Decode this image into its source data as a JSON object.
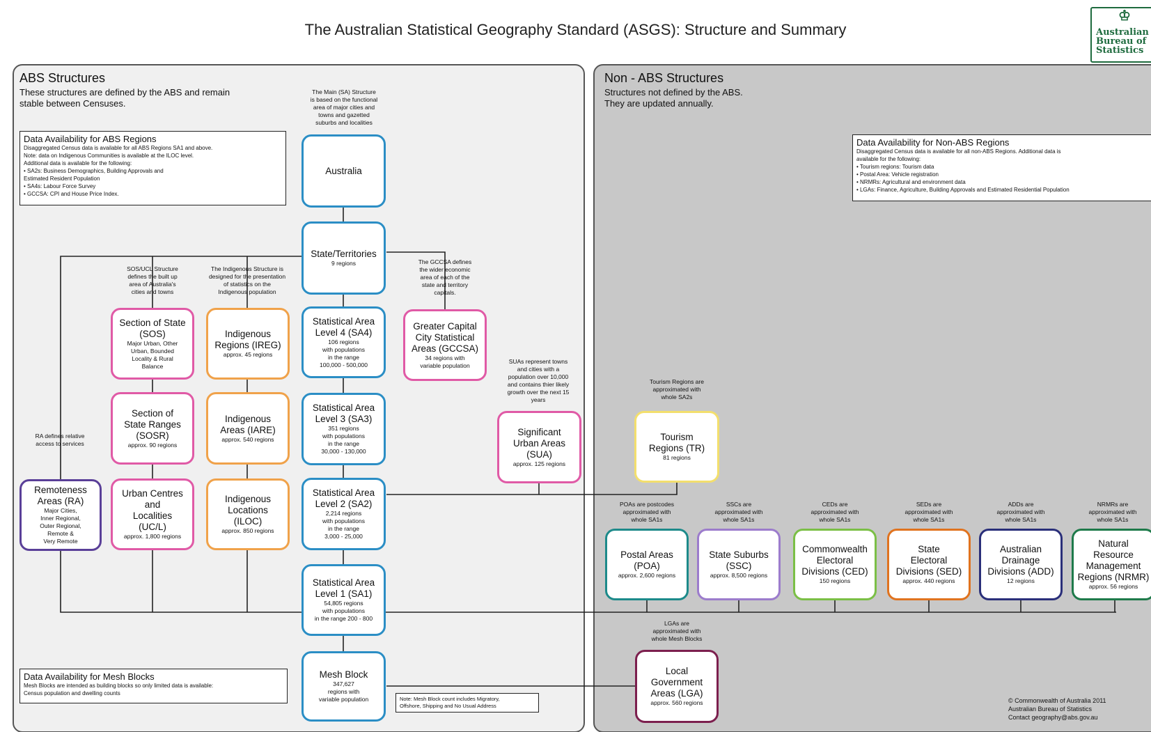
{
  "title": "The Australian Statistical Geography Standard (ASGS): Structure and Summary",
  "logo": {
    "lines": [
      "Australian",
      "Bureau of",
      "Statistics"
    ]
  },
  "abs_panel": {
    "title": "ABS Structures",
    "subtitle": [
      "These structures are defined by the ABS and remain",
      "stable between Censuses."
    ],
    "data_box": {
      "title": "Data Availability for ABS Regions",
      "lines": [
        "Disaggregated Census data is available for all ABS Regions SA1 and above.",
        "Note: data on Indigenous Communities is available at the ILOC level.",
        "Additional data is available for the following:",
        "• SA2s: Business Demographics, Building Approvals and",
        "Estimated Resident Population",
        "• SA4s: Labour Force Survey",
        "• GCCSA: CPI and House Price Index."
      ]
    },
    "mesh_box": {
      "title": "Data Availability for Mesh Blocks",
      "lines": [
        "Mesh Blocks are intended as building blocks so only limited data is available:",
        "Census population and dwelling counts"
      ]
    }
  },
  "nonabs_panel": {
    "title": "Non - ABS Structures",
    "subtitle": [
      "Structures not defined by the ABS.",
      "They are updated annually."
    ],
    "data_box": {
      "title": "Data Availability for Non-ABS Regions",
      "lines": [
        "Disaggregated Census data is available for all non-ABS Regions. Additional data is",
        "available for the following:",
        "• Tourism regions: Tourism data",
        "• Postal Area: Vehicle registration",
        "• NRMRs: Agricultural and environment data",
        "• LGAs: Finance, Agriculture, Building Approvals and Estimated Residential Population"
      ]
    }
  },
  "notes": {
    "main_sa": [
      "The Main (SA) Structure",
      "is based on the functional",
      "area of major cities and",
      "towns and gazetted",
      "suburbs and localities"
    ],
    "sos_ucl": [
      "SOS/UCL Structure",
      "defines the built up",
      "area of Australia's",
      "cities and towns"
    ],
    "indigenous": [
      "The Indigenous Structure is",
      "designed for the presentation",
      "of statistics on the",
      "Indigenous population"
    ],
    "gccsa": [
      "The GCCSA defines",
      "the wider economic",
      "area of each of the",
      "state and territory",
      "capitals."
    ],
    "sua": [
      "SUAs represent towns",
      "and cities with a",
      "population over 10,000",
      "and contains thier likely",
      "growth over the next 15",
      "years"
    ],
    "ra": [
      "RA defines relative",
      "access to services"
    ],
    "tourism": [
      "Tourism Regions are",
      "approximated with",
      "whole SA2s"
    ],
    "poa": [
      "POAs are postcodes",
      "approximated with",
      "whole SA1s"
    ],
    "ssc": [
      "SSCs are",
      "approximated with",
      "whole SA1s"
    ],
    "ced": [
      "CEDs are",
      "approximated with",
      "whole SA1s"
    ],
    "sed": [
      "SEDs are",
      "approximated with",
      "whole SA1s"
    ],
    "add": [
      "ADDs are",
      "approximated with",
      "whole SA1s"
    ],
    "nrmr": [
      "NRMRs are",
      "approximated with",
      "whole SA1s"
    ],
    "lga": [
      "LGAs are",
      "approximated with",
      "whole Mesh Blocks"
    ],
    "mesh_note": [
      "Note: Mesh Block count includes Migratory,",
      "Offshore, Shipping and No Usual Address"
    ]
  },
  "nodes": {
    "australia": {
      "name": [
        "Australia"
      ],
      "desc": []
    },
    "state": {
      "name": [
        "State/Territories"
      ],
      "desc": [
        "9 regions"
      ]
    },
    "sa4": {
      "name": [
        "Statistical  Area",
        "Level 4 (SA4)"
      ],
      "desc": [
        "106 regions",
        "with populations",
        "in the range",
        "100,000 - 500,000"
      ]
    },
    "sa3": {
      "name": [
        "Statistical Area",
        "Level 3 (SA3)"
      ],
      "desc": [
        "351 regions",
        "with populations",
        "in the range",
        "30,000 - 130,000"
      ]
    },
    "sa2": {
      "name": [
        "Statistical Area",
        "Level 2 (SA2)"
      ],
      "desc": [
        "2,214 regions",
        "with populations",
        "in the range",
        "3,000 - 25,000"
      ]
    },
    "sa1": {
      "name": [
        "Statistical Area",
        "Level 1 (SA1)"
      ],
      "desc": [
        "54,805 regions",
        "with populations",
        "in the range 200 - 800"
      ]
    },
    "mesh": {
      "name": [
        "Mesh Block"
      ],
      "desc": [
        "347,627",
        "regions with",
        "variable population"
      ]
    },
    "gccsa": {
      "name": [
        "Greater Capital",
        "City Statistical",
        "Areas (GCCSA)"
      ],
      "desc": [
        "34 regions with",
        "variable population"
      ]
    },
    "sos": {
      "name": [
        "Section of State",
        "(SOS)"
      ],
      "desc": [
        "Major Urban, Other",
        "Urban, Bounded",
        "Locality & Rural",
        "Balance"
      ]
    },
    "sosr": {
      "name": [
        "Section of",
        "State Ranges",
        "(SOSR)"
      ],
      "desc": [
        "approx. 90 regions"
      ]
    },
    "ucl": {
      "name": [
        "Urban Centres",
        "and",
        "Localities",
        "(UC/L)"
      ],
      "desc": [
        "approx. 1,800 regions"
      ]
    },
    "ireg": {
      "name": [
        "Indigenous",
        "Regions (IREG)"
      ],
      "desc": [
        "approx. 45 regions"
      ]
    },
    "iare": {
      "name": [
        "Indigenous",
        "Areas (IARE)"
      ],
      "desc": [
        "approx. 540 regions"
      ]
    },
    "iloc": {
      "name": [
        "Indigenous",
        "Locations",
        "(ILOC)"
      ],
      "desc": [
        "approx. 850 regions"
      ]
    },
    "ra": {
      "name": [
        "Remoteness",
        "Areas (RA)"
      ],
      "desc": [
        "Major Cities,",
        "Inner Regional,",
        "Outer Regional,",
        "Remote &",
        "Very Remote"
      ]
    },
    "sua": {
      "name": [
        "Significant",
        "Urban Areas",
        "(SUA)"
      ],
      "desc": [
        "approx. 125 regions"
      ]
    },
    "tr": {
      "name": [
        "Tourism",
        "Regions (TR)"
      ],
      "desc": [
        "81 regions"
      ]
    },
    "poa": {
      "name": [
        "Postal Areas",
        "(POA)"
      ],
      "desc": [
        "approx. 2,600 regions"
      ]
    },
    "ssc": {
      "name": [
        "State Suburbs",
        "(SSC)"
      ],
      "desc": [
        "approx. 8,500 regions"
      ]
    },
    "ced": {
      "name": [
        "Commonwealth",
        "Electoral",
        "Divisions (CED)"
      ],
      "desc": [
        "150 regions"
      ]
    },
    "sed": {
      "name": [
        "State",
        "Electoral",
        "Divisions (SED)"
      ],
      "desc": [
        "approx. 440 regions"
      ]
    },
    "add": {
      "name": [
        "Australian",
        "Drainage",
        "Divisions (ADD)"
      ],
      "desc": [
        "12 regions"
      ]
    },
    "nrmr": {
      "name": [
        "Natural",
        "Resource",
        "Management",
        "Regions (NRMR)"
      ],
      "desc": [
        "approx. 56 regions"
      ]
    },
    "lga": {
      "name": [
        "Local",
        "Government",
        "Areas (LGA)"
      ],
      "desc": [
        "approx. 560 regions"
      ]
    }
  },
  "copyright": [
    "© Commonwealth of Australia 2011",
    "Australian Bureau of Statistics",
    "Contact geography@abs.gov.au"
  ],
  "colors": {
    "main": "#2b8ec5",
    "pink": "#e05aa6",
    "orange": "#f0a24a",
    "purple": "#5a3f98",
    "yellow": "#f3df6d",
    "teal": "#1d8a8a",
    "lilac": "#9c7ccc",
    "green": "#7bbf46",
    "dark_orange": "#e0731f",
    "navy": "#2a2f7a",
    "dark_green": "#1e7a4a",
    "maroon": "#7c1f4e"
  }
}
